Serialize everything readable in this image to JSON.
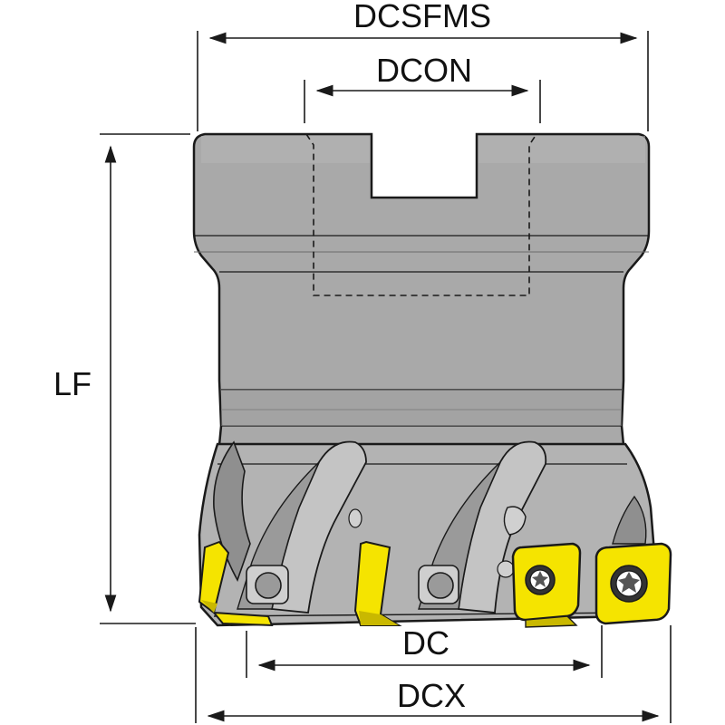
{
  "dimensions": {
    "dcsfms": "DCSFMS",
    "dcon": "DCON",
    "lf": "LF",
    "dc": "DC",
    "dcx": "DCX"
  },
  "colors": {
    "body_fill": "#a8a8a8",
    "body_fill_light": "#bcbcbc",
    "body_fill_dark": "#8e8e8e",
    "outline": "#1a1a1a",
    "insert_fill": "#f5e400",
    "insert_shade": "#c9b800",
    "dimension_line": "#1a1a1a"
  },
  "icons": {
    "insert_screw": "torx-screw-icon"
  }
}
